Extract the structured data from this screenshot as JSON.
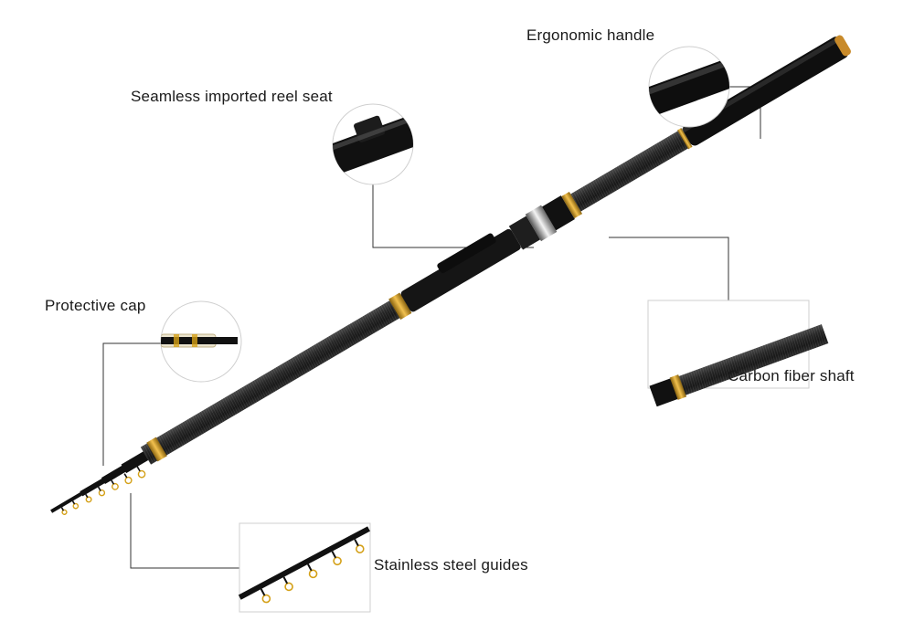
{
  "labels": {
    "ergonomic_handle": "Ergonomic handle",
    "reel_seat": "Seamless imported reel seat",
    "protective_cap": "Protective cap",
    "carbon_shaft": "Carbon fiber shaft",
    "stainless_guides": "Stainless steel guides"
  },
  "colors": {
    "background": "#ffffff",
    "rod_black": "#111111",
    "carbon_gray": "#3a3a3a",
    "gold_ring": "#d4a017",
    "leader_line": "#333333",
    "callout_border": "#cfcfcf"
  }
}
